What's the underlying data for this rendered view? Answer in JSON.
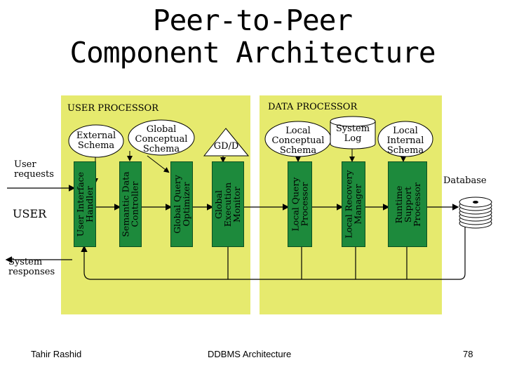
{
  "title": {
    "line1": "Peer-to-Peer",
    "line2": "Component Architecture"
  },
  "user_processor": {
    "label": "USER PROCESSOR",
    "schemas": {
      "external": [
        "External",
        "Schema"
      ],
      "global_conceptual": [
        "Global",
        "Conceptual",
        "Schema"
      ],
      "gd": "GD/D"
    },
    "modules": [
      [
        "User Interface",
        "Handler"
      ],
      [
        "Semantic Data",
        "Controller"
      ],
      [
        "Global Query",
        "Optimizer"
      ],
      [
        "Global",
        "Execution",
        "Monitor"
      ]
    ]
  },
  "data_processor": {
    "label": "DATA PROCESSOR",
    "schemas": {
      "local_conceptual": [
        "Local",
        "Conceptual",
        "Schema"
      ],
      "system_log": [
        "System",
        "Log"
      ],
      "local_internal": [
        "Local",
        "Internal",
        "Schema"
      ]
    },
    "modules": [
      [
        "Local Query",
        "Processor"
      ],
      [
        "Local Recovery",
        "Manager"
      ],
      [
        "Runtime",
        "Support",
        "Processor"
      ]
    ]
  },
  "external": {
    "user_requests": [
      "User",
      "requests"
    ],
    "user": "USER",
    "system_responses": [
      "System",
      "responses"
    ],
    "database": "Database"
  },
  "footer": {
    "author": "Tahir Rashid",
    "course": "DDBMS Architecture",
    "page": "78"
  },
  "colors": {
    "panel": "#e6ea6e",
    "module": "#1d8a3c",
    "schema": "#ffffff"
  }
}
